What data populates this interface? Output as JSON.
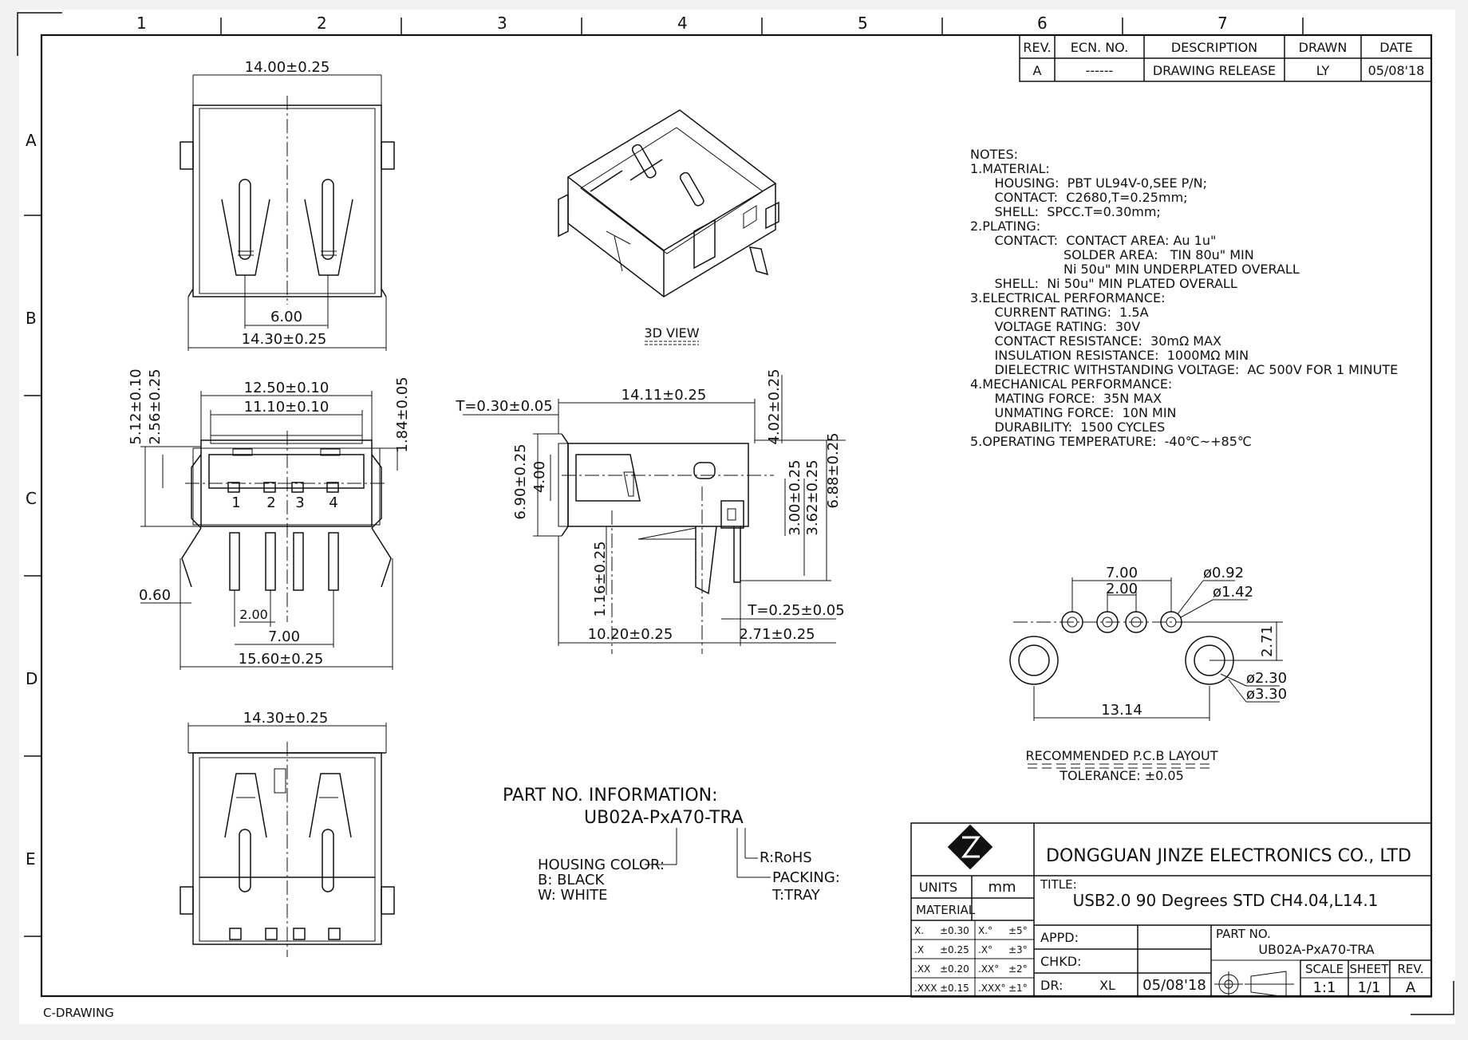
{
  "footer_label": "C-DRAWING",
  "zones": {
    "columns": [
      "1",
      "2",
      "3",
      "4",
      "5",
      "6",
      "7"
    ],
    "rows": [
      "A",
      "B",
      "C",
      "D",
      "E"
    ]
  },
  "revision_table": {
    "headers": [
      "REV.",
      "ECN. NO.",
      "DESCRIPTION",
      "DRAWN",
      "DATE"
    ],
    "row": [
      "A",
      "------",
      "DRAWING RELEASE",
      "LY",
      "05/08'18"
    ]
  },
  "notes": [
    "NOTES:",
    "1.MATERIAL:",
    "      HOUSING:  PBT UL94V-0,SEE P/N;",
    "      CONTACT:  C2680,T=0.25mm;",
    "      SHELL:  SPCC.T=0.30mm;",
    "2.PLATING:",
    "      CONTACT:  CONTACT AREA: Au 1u\"",
    "                       SOLDER AREA:   TIN 80u\" MIN",
    "                       Ni 50u\" MIN UNDERPLATED OVERALL",
    "      SHELL:  Ni 50u\" MIN PLATED OVERALL",
    "3.ELECTRICAL PERFORMANCE:",
    "      CURRENT RATING:  1.5A",
    "      VOLTAGE RATING:  30V",
    "      CONTACT RESISTANCE:  30mΩ MAX",
    "      INSULATION RESISTANCE:  1000MΩ MIN",
    "      DIELECTRIC WITHSTANDING VOLTAGE:  AC 500V FOR 1 MINUTE",
    "4.MECHANICAL PERFORMANCE:",
    "      MATING FORCE:  35N MAX",
    "      UNMATING FORCE:  10N MIN",
    "      DURABILITY:  1500 CYCLES",
    "5.OPERATING TEMPERATURE:  -40℃~+85℃"
  ],
  "view_labels": {
    "view_3d": "3D VIEW",
    "pcb_layout": "RECOMMENDED P.C.B LAYOUT",
    "pcb_tolerance": "TOLERANCE:  ±0.05"
  },
  "dims": {
    "top_width": "14.00±0.25",
    "top_pitch": "6.00",
    "top_bottom_width": "14.30±0.25",
    "front_outer": "12.50±0.10",
    "front_inner": "11.10±0.10",
    "front_h1": "5.12±0.10",
    "front_h2": "2.56±0.25",
    "front_h3": "1.84±0.05",
    "front_offset": "0.60",
    "front_pitch": "2.00",
    "front_span": "7.00",
    "front_total": "15.60±0.25",
    "pin_labels": [
      "1",
      "2",
      "3",
      "4"
    ],
    "side_shell": "T=0.30±0.05",
    "side_length": "14.11±0.25",
    "side_h_total": "4.02±0.25",
    "side_h1": "6.90±0.25",
    "side_h2": "4.00",
    "side_h3": "3.00±0.25",
    "side_h4": "3.62±0.25",
    "side_h5": "6.88±0.25",
    "side_tail": "1.16±0.25",
    "side_contact": "T=0.25±0.05",
    "side_base": "10.20±0.25",
    "side_tail_w": "2.71±0.25",
    "bottom_width": "14.30±0.25",
    "pcb_span": "7.00",
    "pcb_pitch": "2.00",
    "pcb_hole1": "ø0.92",
    "pcb_hole2": "ø1.42",
    "pcb_vert": "2.71",
    "pcb_peg1": "ø2.30",
    "pcb_peg2": "ø3.30",
    "pcb_peg_span": "13.14"
  },
  "part_info": {
    "heading": "PART NO. INFORMATION:",
    "part_no": "UB02A-PxA70-TRA",
    "housing_label": "HOUSING COLOR:",
    "housing_b": "B:  BLACK",
    "housing_w": "W:  WHITE",
    "rohs": "R:RoHS",
    "packing_label": "PACKING:",
    "packing_value": "T:TRAY"
  },
  "title_block": {
    "company": "DONGGUAN  JINZE  ELECTRONICS  CO.,  LTD",
    "units_label": "UNITS",
    "units_value": "mm",
    "material_label": "MATERIAL",
    "title_label": "TITLE:",
    "title_value": "USB2.0  90  Degrees  STD  CH4.04,L14.1",
    "tolerances": [
      [
        "X.",
        "±0.30",
        "X.°",
        "±5°"
      ],
      [
        ".X",
        "±0.25",
        ".X°",
        "±3°"
      ],
      [
        ".XX",
        "±0.20",
        ".XX°",
        "±2°"
      ],
      [
        ".XXX",
        "±0.15",
        ".XXX°",
        "±1°"
      ]
    ],
    "appd_label": "APPD:",
    "chkd_label": "CHKD:",
    "dr_label": "DR:",
    "dr_value": "XL",
    "dr_date": "05/08'18",
    "part_no_label": "PART  NO.",
    "part_no_value": "UB02A-PxA70-TRA",
    "scale_label": "SCALE",
    "scale_value": "1:1",
    "sheet_label": "SHEET",
    "sheet_value": "1/1",
    "rev_label": "REV.",
    "rev_value": "A"
  }
}
